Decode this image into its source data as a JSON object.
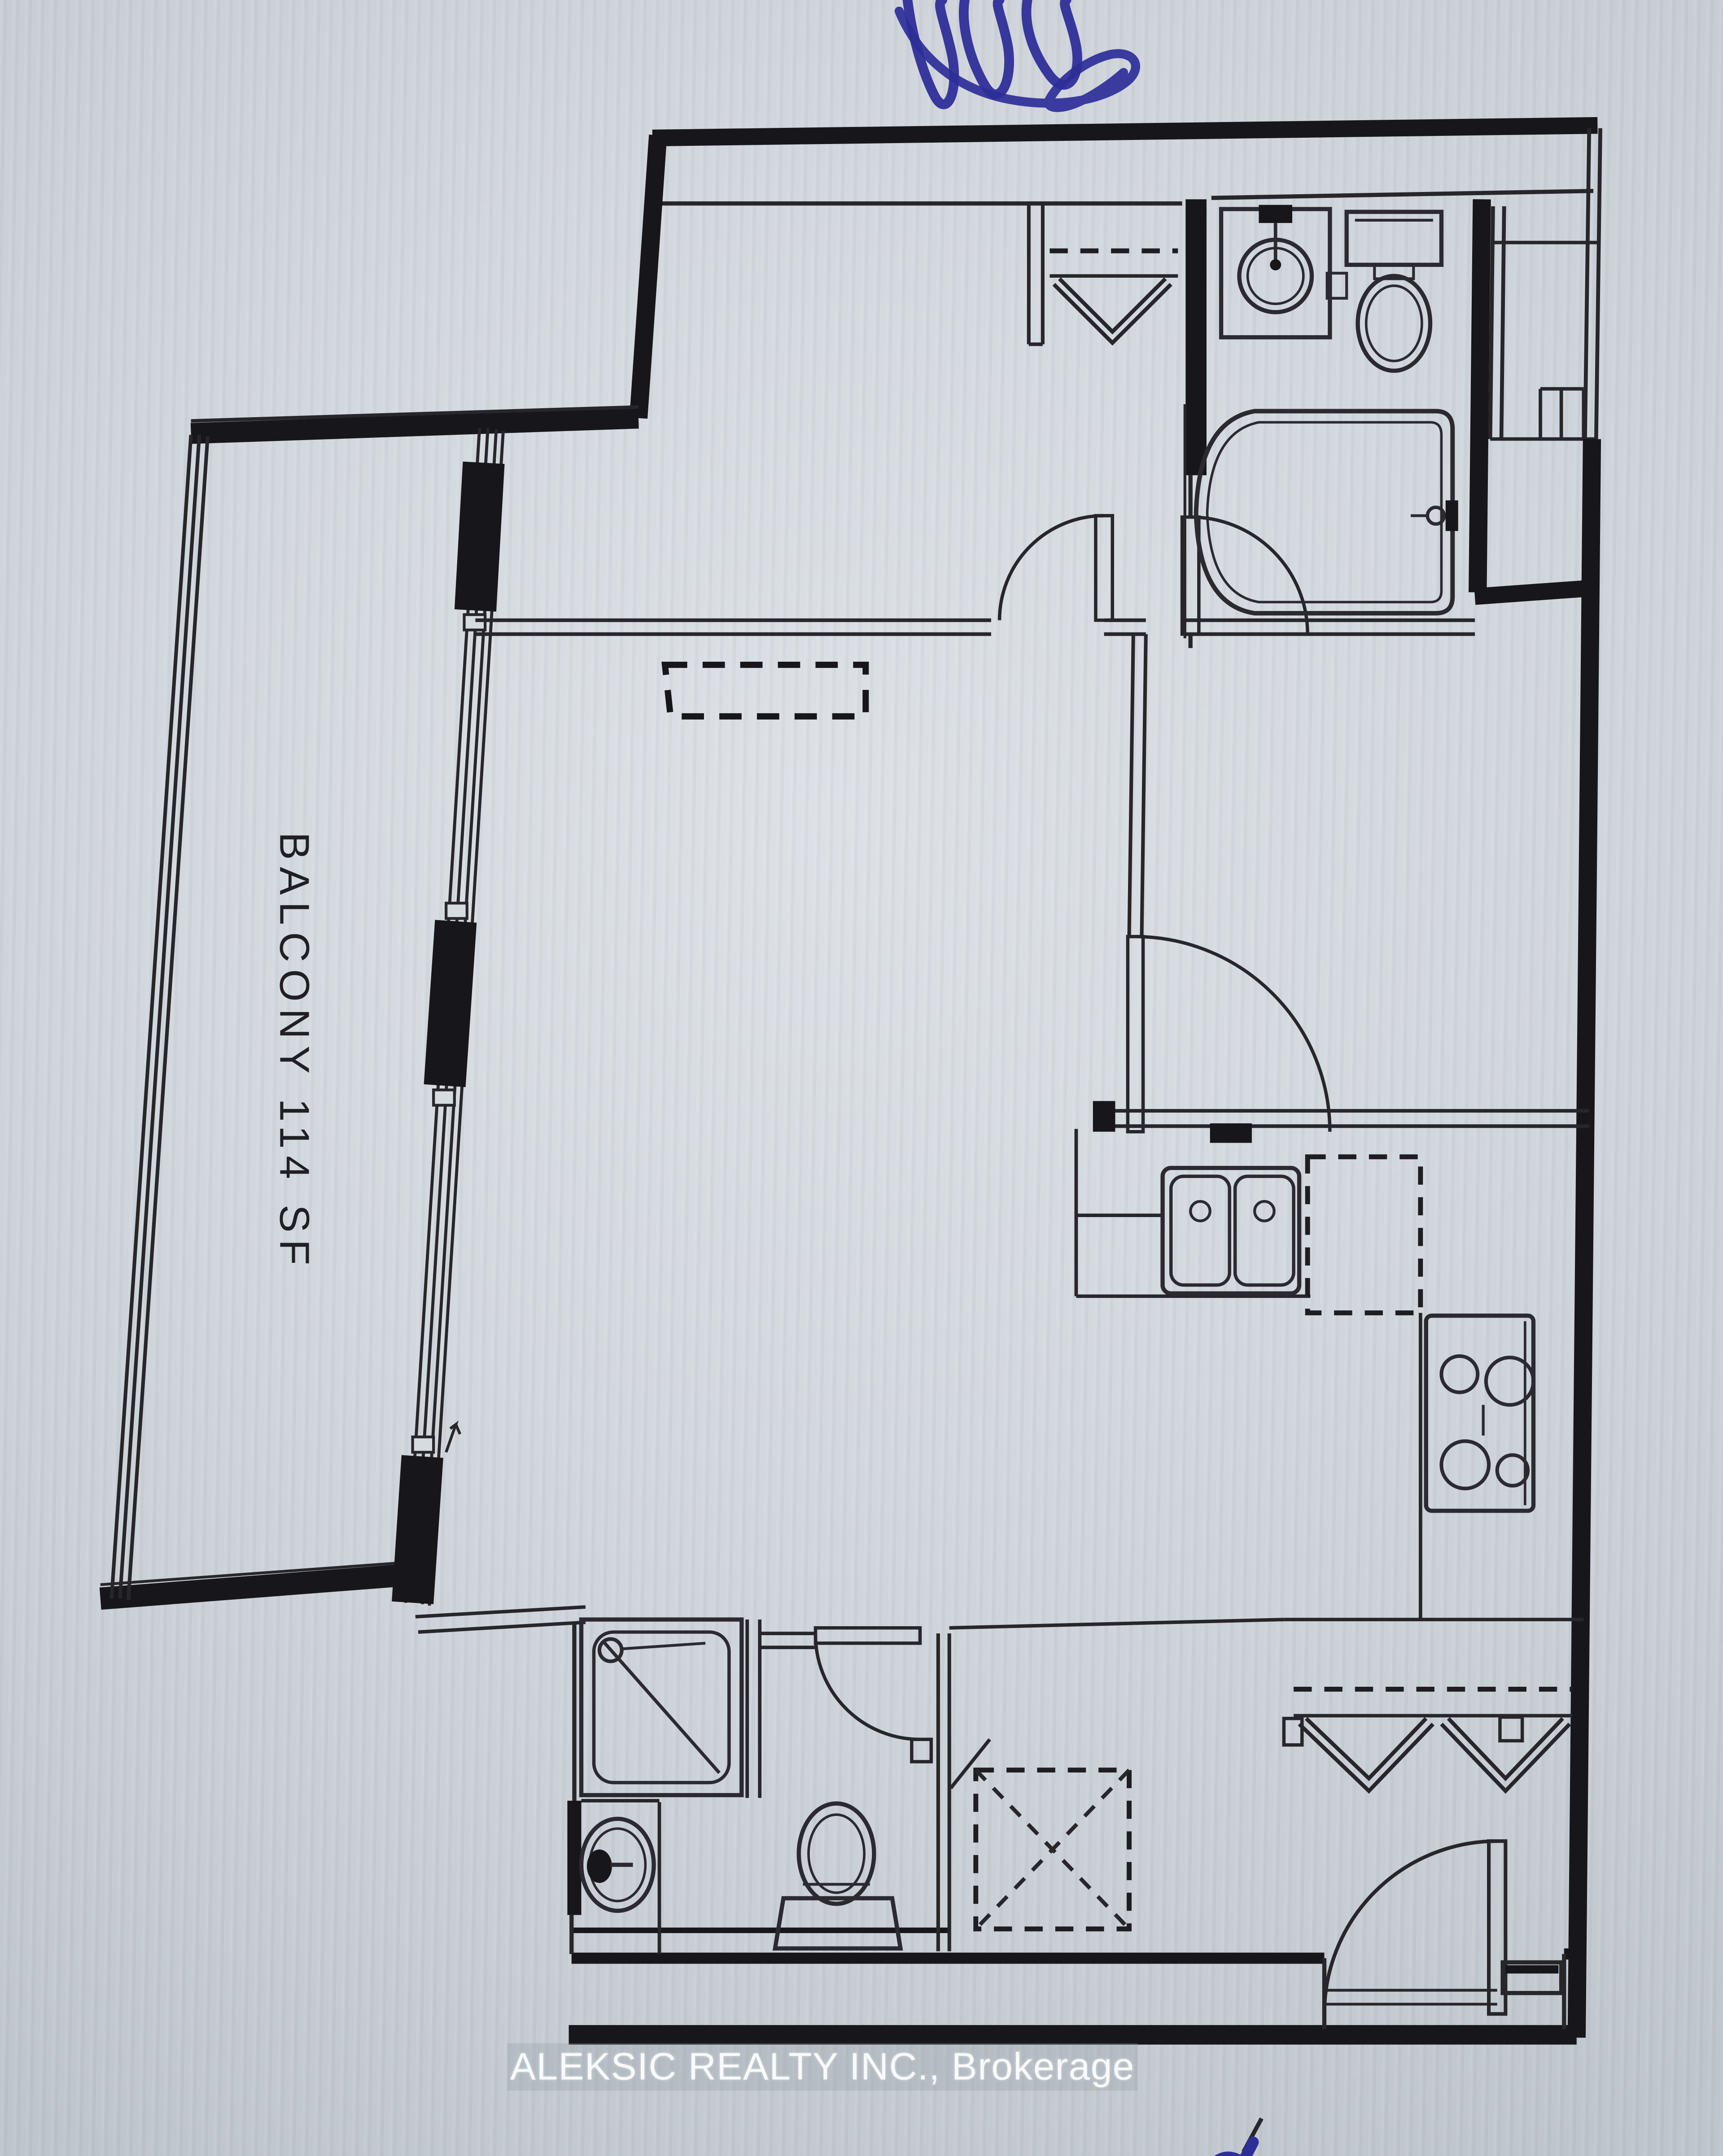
{
  "scan": {
    "paper_color": "#ccd1d8",
    "ink_color": "#17171b",
    "pen_ink_color": "#2e2e99"
  },
  "plan": {
    "balcony_label": "BALCONY 114 SF",
    "watermark": "ALEKSIC REALTY INC., Brokerage",
    "annotations": {
      "top": "handwritten blue pen scribble (cropped at top edge)",
      "bottom_right": "blue pen stroke (cropped at bottom edge)"
    },
    "symbols": [
      "bathtub",
      "vanity-sink",
      "toilet",
      "shower-stall",
      "double-kitchen-sink",
      "cooktop-4-burners",
      "dishwasher-dashed-outline",
      "closet-rod-chevron",
      "door-swing-arc",
      "balcony-glazing",
      "overhead-dashed-outline",
      "storage-dashed-x"
    ]
  }
}
